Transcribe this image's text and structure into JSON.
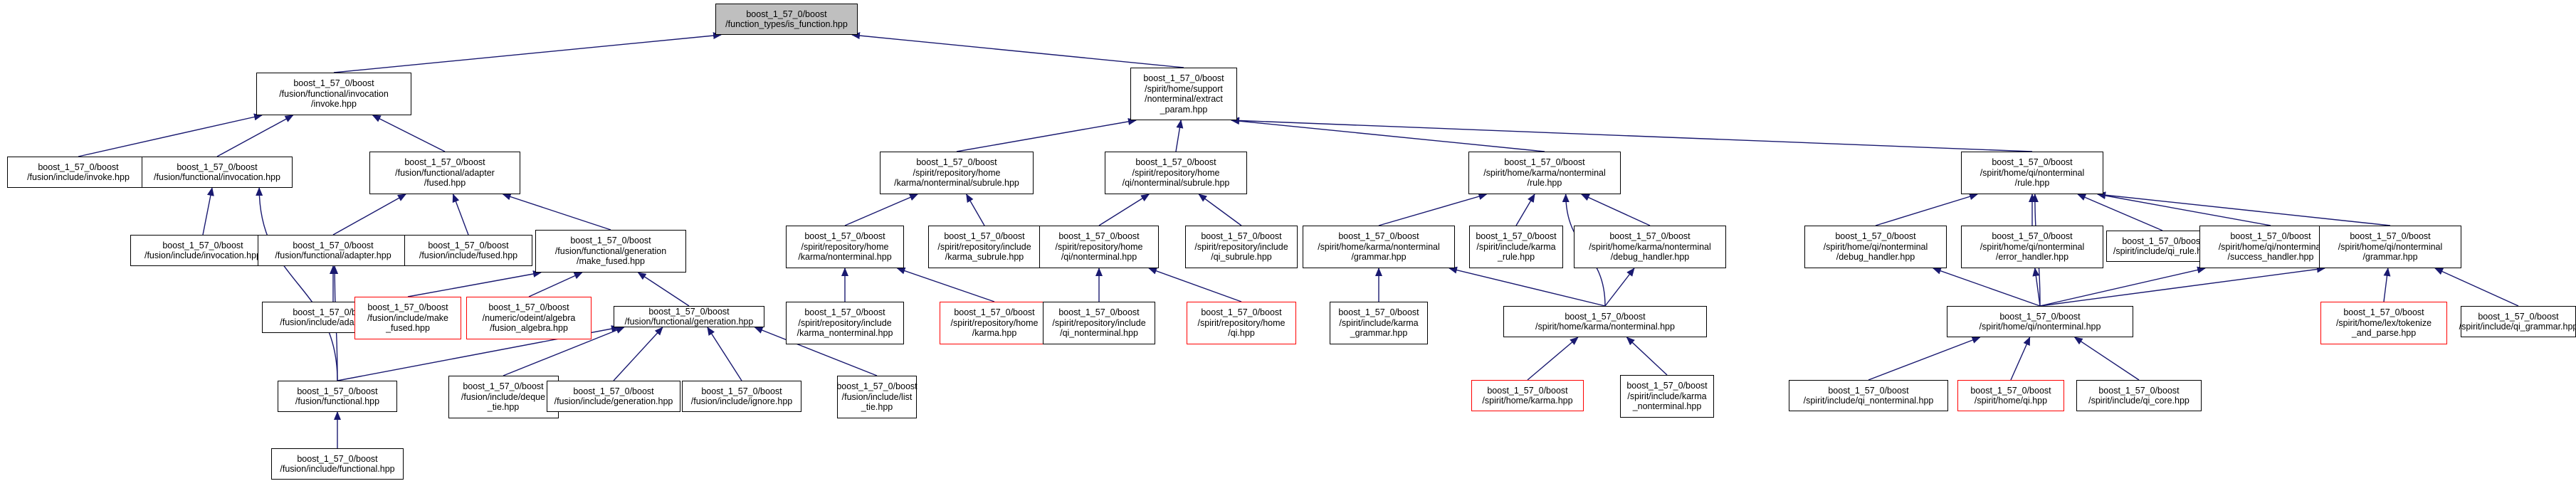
{
  "colors": {
    "edge": "#191970",
    "box_border": "#000000",
    "box_border_missing": "#ff0000",
    "root_fill": "#bfbfbf",
    "box_fill": "#ffffff"
  },
  "nodes": {
    "n0": {
      "lines": [
        "boost_1_57_0/boost",
        "/function_types/is_function.hpp"
      ],
      "style": "root"
    },
    "n1": {
      "lines": [
        "boost_1_57_0/boost",
        "/fusion/functional/invocation",
        "/invoke.hpp"
      ]
    },
    "n2": {
      "lines": [
        "boost_1_57_0/boost",
        "/spirit/home/support",
        "/nonterminal/extract",
        "_param.hpp"
      ]
    },
    "n3": {
      "lines": [
        "boost_1_57_0/boost",
        "/fusion/include/invoke.hpp"
      ]
    },
    "n4": {
      "lines": [
        "boost_1_57_0/boost",
        "/fusion/functional/invocation.hpp"
      ]
    },
    "n5": {
      "lines": [
        "boost_1_57_0/boost",
        "/fusion/functional/adapter",
        "/fused.hpp"
      ]
    },
    "n6": {
      "lines": [
        "boost_1_57_0/boost",
        "/fusion/include/invocation.hpp"
      ]
    },
    "n7": {
      "lines": [
        "boost_1_57_0/boost",
        "/fusion/functional/adapter.hpp"
      ]
    },
    "n8": {
      "lines": [
        "boost_1_57_0/boost",
        "/fusion/include/fused.hpp"
      ]
    },
    "n9": {
      "lines": [
        "boost_1_57_0/boost",
        "/fusion/functional/generation",
        "/make_fused.hpp"
      ]
    },
    "n10": {
      "lines": [
        "boost_1_57_0/boost",
        "/fusion/include/adapter.hpp"
      ]
    },
    "n11": {
      "lines": [
        "boost_1_57_0/boost",
        "/fusion/include/make",
        "_fused.hpp"
      ],
      "style": "red"
    },
    "n12": {
      "lines": [
        "boost_1_57_0/boost",
        "/numeric/odeint/algebra",
        "/fusion_algebra.hpp"
      ],
      "style": "red"
    },
    "n13": {
      "lines": [
        "boost_1_57_0/boost",
        "/fusion/functional/generation.hpp"
      ]
    },
    "n14": {
      "lines": [
        "boost_1_57_0/boost",
        "/fusion/functional.hpp"
      ]
    },
    "n15": {
      "lines": [
        "boost_1_57_0/boost",
        "/fusion/include/deque",
        "_tie.hpp"
      ]
    },
    "n16": {
      "lines": [
        "boost_1_57_0/boost",
        "/fusion/include/generation.hpp"
      ]
    },
    "n17": {
      "lines": [
        "boost_1_57_0/boost",
        "/fusion/include/ignore.hpp"
      ]
    },
    "n18": {
      "lines": [
        "boost_1_57_0/boost",
        "/fusion/include/list",
        "_tie.hpp"
      ]
    },
    "n19": {
      "lines": [
        "boost_1_57_0/boost",
        "/fusion/include/functional.hpp"
      ]
    },
    "n20": {
      "lines": [
        "boost_1_57_0/boost",
        "/spirit/repository/home",
        "/karma/nonterminal/subrule.hpp"
      ]
    },
    "n21": {
      "lines": [
        "boost_1_57_0/boost",
        "/spirit/repository/home",
        "/qi/nonterminal/subrule.hpp"
      ]
    },
    "n22": {
      "lines": [
        "boost_1_57_0/boost",
        "/spirit/home/karma/nonterminal",
        "/rule.hpp"
      ]
    },
    "n23": {
      "lines": [
        "boost_1_57_0/boost",
        "/spirit/home/qi/nonterminal",
        "/rule.hpp"
      ]
    },
    "n24": {
      "lines": [
        "boost_1_57_0/boost",
        "/spirit/repository/home",
        "/karma/nonterminal.hpp"
      ]
    },
    "n25": {
      "lines": [
        "boost_1_57_0/boost",
        "/spirit/repository/include",
        "/karma_subrule.hpp"
      ]
    },
    "n26": {
      "lines": [
        "boost_1_57_0/boost",
        "/spirit/repository/home",
        "/qi/nonterminal.hpp"
      ]
    },
    "n27": {
      "lines": [
        "boost_1_57_0/boost",
        "/spirit/repository/include",
        "/qi_subrule.hpp"
      ]
    },
    "n28": {
      "lines": [
        "boost_1_57_0/boost",
        "/spirit/repository/include",
        "/karma_nonterminal.hpp"
      ]
    },
    "n29": {
      "lines": [
        "boost_1_57_0/boost",
        "/spirit/repository/home",
        "/karma.hpp"
      ],
      "style": "red"
    },
    "n30": {
      "lines": [
        "boost_1_57_0/boost",
        "/spirit/repository/include",
        "/qi_nonterminal.hpp"
      ]
    },
    "n31": {
      "lines": [
        "boost_1_57_0/boost",
        "/spirit/repository/home",
        "/qi.hpp"
      ],
      "style": "red"
    },
    "n32": {
      "lines": [
        "boost_1_57_0/boost",
        "/spirit/home/karma/nonterminal",
        "/grammar.hpp"
      ]
    },
    "n33": {
      "lines": [
        "boost_1_57_0/boost",
        "/spirit/include/karma",
        "_rule.hpp"
      ]
    },
    "n34": {
      "lines": [
        "boost_1_57_0/boost",
        "/spirit/home/karma/nonterminal",
        "/debug_handler.hpp"
      ]
    },
    "n35": {
      "lines": [
        "boost_1_57_0/boost",
        "/spirit/include/karma",
        "_grammar.hpp"
      ]
    },
    "n36": {
      "lines": [
        "boost_1_57_0/boost",
        "/spirit/home/karma/nonterminal.hpp"
      ]
    },
    "n37": {
      "lines": [
        "boost_1_57_0/boost",
        "/spirit/home/karma.hpp"
      ],
      "style": "red"
    },
    "n38": {
      "lines": [
        "boost_1_57_0/boost",
        "/spirit/include/karma",
        "_nonterminal.hpp"
      ]
    },
    "n39": {
      "lines": [
        "boost_1_57_0/boost",
        "/spirit/home/qi/nonterminal",
        "/debug_handler.hpp"
      ]
    },
    "n40": {
      "lines": [
        "boost_1_57_0/boost",
        "/spirit/home/qi/nonterminal",
        "/error_handler.hpp"
      ]
    },
    "n41": {
      "lines": [
        "boost_1_57_0/boost",
        "/spirit/include/qi_rule.hpp"
      ]
    },
    "n42": {
      "lines": [
        "boost_1_57_0/boost",
        "/spirit/home/qi/nonterminal",
        "/success_handler.hpp"
      ]
    },
    "n43": {
      "lines": [
        "boost_1_57_0/boost",
        "/spirit/home/qi/nonterminal",
        "/grammar.hpp"
      ]
    },
    "n44": {
      "lines": [
        "boost_1_57_0/boost",
        "/spirit/home/qi/nonterminal.hpp"
      ]
    },
    "n45": {
      "lines": [
        "boost_1_57_0/boost",
        "/spirit/home/lex/tokenize",
        "_and_parse.hpp"
      ],
      "style": "red"
    },
    "n46": {
      "lines": [
        "boost_1_57_0/boost",
        "/spirit/include/qi_grammar.hpp"
      ]
    },
    "n47": {
      "lines": [
        "boost_1_57_0/boost",
        "/spirit/include/qi_nonterminal.hpp"
      ]
    },
    "n48": {
      "lines": [
        "boost_1_57_0/boost",
        "/spirit/home/qi.hpp"
      ],
      "style": "red"
    },
    "n49": {
      "lines": [
        "boost_1_57_0/boost",
        "/spirit/include/qi_core.hpp"
      ]
    }
  },
  "edges": [
    [
      "n1",
      "n0"
    ],
    [
      "n2",
      "n0"
    ],
    [
      "n3",
      "n1"
    ],
    [
      "n4",
      "n1"
    ],
    [
      "n5",
      "n1"
    ],
    [
      "n6",
      "n4"
    ],
    [
      "n14",
      "n4"
    ],
    [
      "n7",
      "n5"
    ],
    [
      "n8",
      "n5"
    ],
    [
      "n9",
      "n5"
    ],
    [
      "n10",
      "n7"
    ],
    [
      "n14",
      "n7"
    ],
    [
      "n11",
      "n9"
    ],
    [
      "n12",
      "n9"
    ],
    [
      "n13",
      "n9"
    ],
    [
      "n14",
      "n13"
    ],
    [
      "n15",
      "n13"
    ],
    [
      "n16",
      "n13"
    ],
    [
      "n17",
      "n13"
    ],
    [
      "n18",
      "n13"
    ],
    [
      "n19",
      "n14"
    ],
    [
      "n20",
      "n2"
    ],
    [
      "n21",
      "n2"
    ],
    [
      "n22",
      "n2"
    ],
    [
      "n23",
      "n2"
    ],
    [
      "n24",
      "n20"
    ],
    [
      "n25",
      "n20"
    ],
    [
      "n28",
      "n24"
    ],
    [
      "n29",
      "n24"
    ],
    [
      "n26",
      "n21"
    ],
    [
      "n27",
      "n21"
    ],
    [
      "n30",
      "n26"
    ],
    [
      "n31",
      "n26"
    ],
    [
      "n32",
      "n22"
    ],
    [
      "n33",
      "n22"
    ],
    [
      "n34",
      "n22"
    ],
    [
      "n36",
      "n22"
    ],
    [
      "n35",
      "n32"
    ],
    [
      "n36",
      "n32"
    ],
    [
      "n36",
      "n34"
    ],
    [
      "n37",
      "n36"
    ],
    [
      "n38",
      "n36"
    ],
    [
      "n39",
      "n23"
    ],
    [
      "n40",
      "n23"
    ],
    [
      "n41",
      "n23"
    ],
    [
      "n42",
      "n23"
    ],
    [
      "n43",
      "n23"
    ],
    [
      "n44",
      "n23"
    ],
    [
      "n44",
      "n39"
    ],
    [
      "n44",
      "n40"
    ],
    [
      "n44",
      "n42"
    ],
    [
      "n44",
      "n43"
    ],
    [
      "n45",
      "n43"
    ],
    [
      "n46",
      "n43"
    ],
    [
      "n47",
      "n44"
    ],
    [
      "n48",
      "n44"
    ],
    [
      "n49",
      "n44"
    ]
  ]
}
